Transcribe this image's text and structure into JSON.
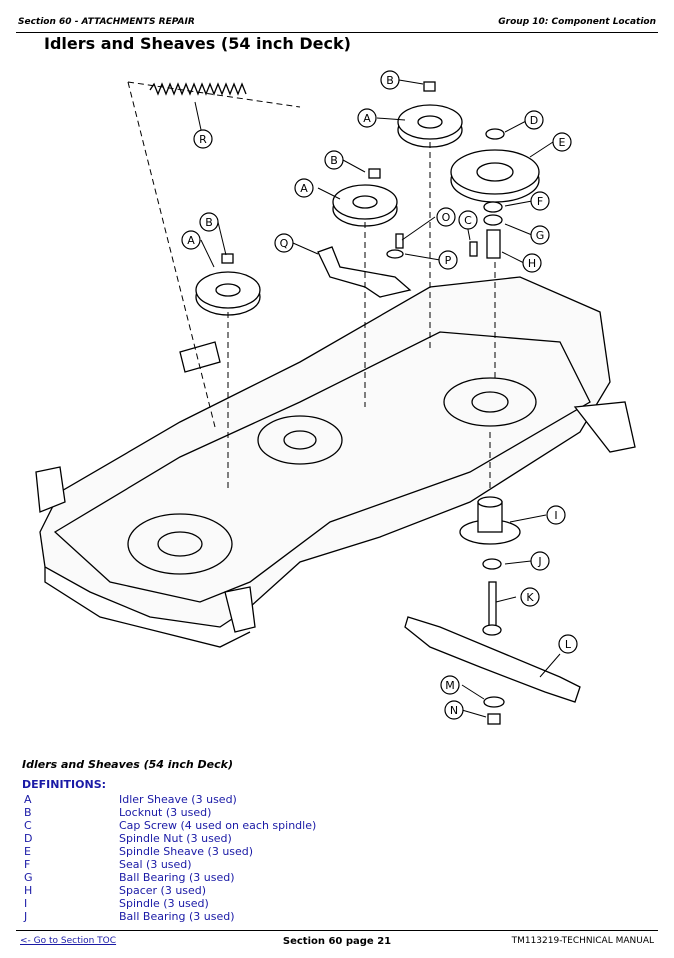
{
  "header": {
    "section": "Section 60 - ATTACHMENTS REPAIR",
    "group": "Group 10: Component Location"
  },
  "title": "Idlers and Sheaves (54 inch Deck)",
  "diagram": {
    "callouts": [
      "A",
      "B",
      "A",
      "B",
      "A",
      "B",
      "C",
      "D",
      "E",
      "F",
      "G",
      "H",
      "I",
      "J",
      "K",
      "L",
      "M",
      "N",
      "O",
      "P",
      "Q",
      "R"
    ]
  },
  "caption": "Idlers and Sheaves (54 inch Deck)",
  "definitions": {
    "heading": "DEFINITIONS:",
    "items": [
      {
        "letter": "A",
        "desc": "Idler Sheave (3 used)"
      },
      {
        "letter": "B",
        "desc": "Locknut (3 used)"
      },
      {
        "letter": "C",
        "desc": "Cap Screw (4 used on each spindle)"
      },
      {
        "letter": "D",
        "desc": "Spindle Nut (3 used)"
      },
      {
        "letter": "E",
        "desc": "Spindle Sheave (3 used)"
      },
      {
        "letter": "F",
        "desc": "Seal (3 used)"
      },
      {
        "letter": "G",
        "desc": "Ball Bearing (3 used)"
      },
      {
        "letter": "H",
        "desc": "Spacer (3 used)"
      },
      {
        "letter": "I",
        "desc": "Spindle (3 used)"
      },
      {
        "letter": "J",
        "desc": "Ball Bearing (3 used)"
      }
    ]
  },
  "footer": {
    "toc_link": "<- Go to Section TOC",
    "page": "Section 60 page 21",
    "manual": "TM113219-TECHNICAL MANUAL"
  }
}
